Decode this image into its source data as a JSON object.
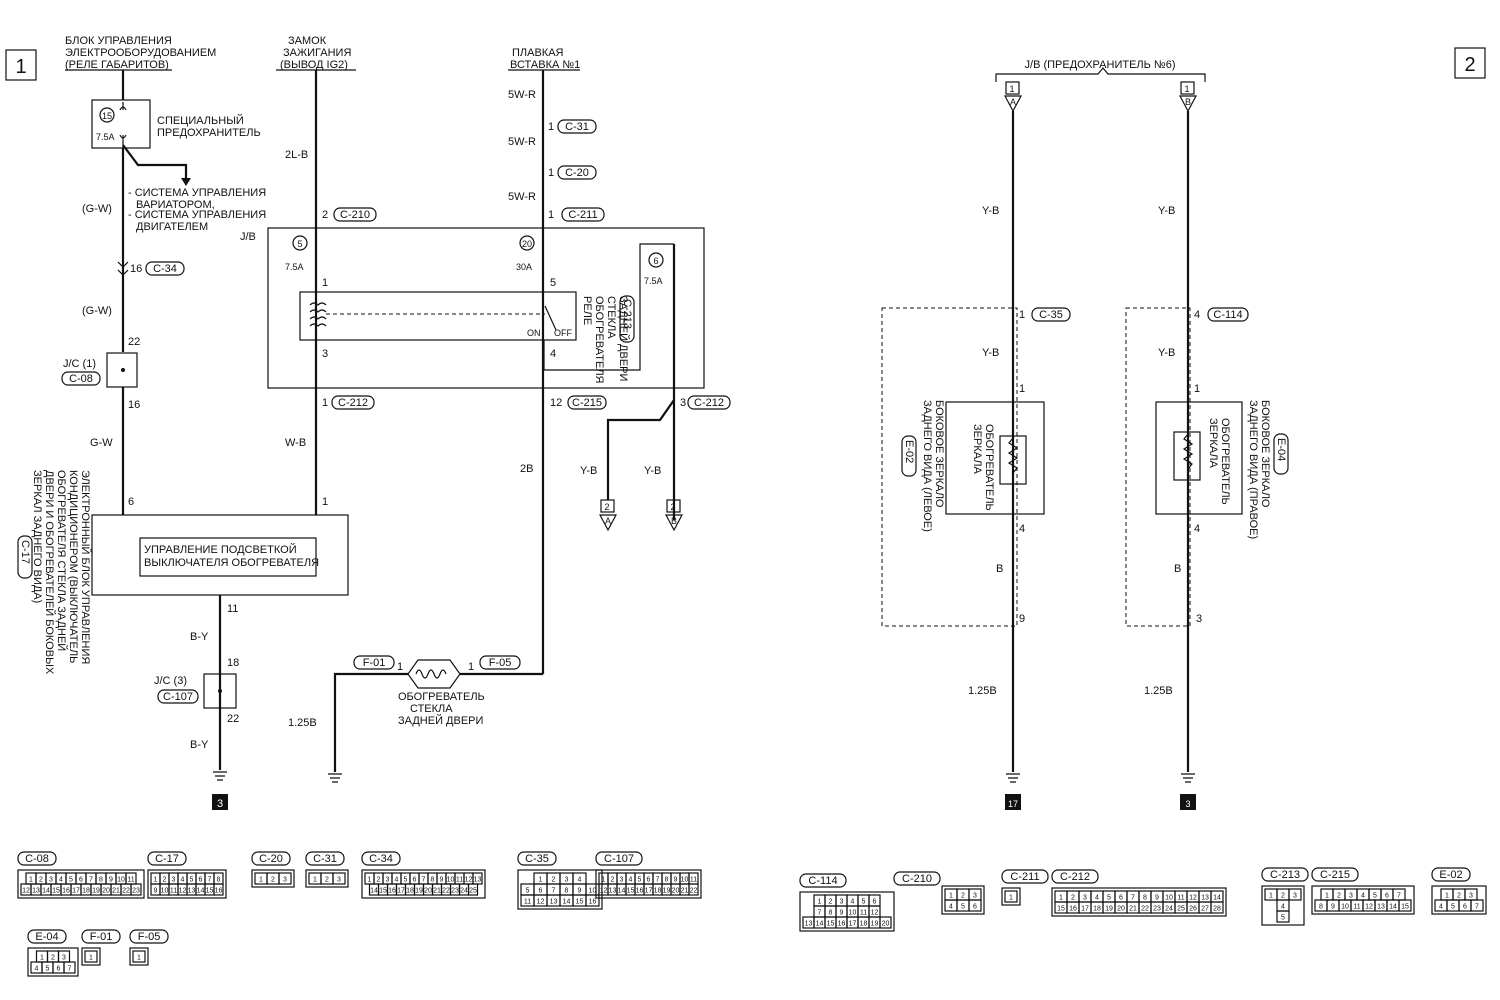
{
  "page_markers": {
    "left": "1",
    "right": "2"
  },
  "left": {
    "src_etacs": [
      "БЛОК УПРАВЛЕНИЯ",
      "ЭЛЕКТРООБОРУДОВАНИЕМ",
      "(РЕЛЕ ГАБАРИТОВ)"
    ],
    "src_ign": [
      "ЗАМОК",
      "ЗАЖИГАНИЯ",
      "(ВЫВОД IG2)"
    ],
    "src_fusible": [
      "ПЛАВКАЯ",
      "ВСТАВКА №1"
    ],
    "fuse15": {
      "num": "15",
      "rating": "7.5A",
      "name": [
        "СПЕЦИАЛЬНЫЙ",
        "ПРЕДОХРАНИТЕЛЬ"
      ]
    },
    "branch_text": [
      "- СИСТЕМА УПРАВЛЕНИЯ",
      "ВАРИАТОРОМ,",
      "- СИСТЕМА УПРАВЛЕНИЯ",
      "ДВИГАТЕЛЕМ"
    ],
    "wire_gw1": "(G-W)",
    "pin16": "16",
    "conn_c34": "C-34",
    "wire_gw2": "(G-W)",
    "pin22": "22",
    "jc1": "J/C (1)",
    "conn_c08": "C-08",
    "pin16b": "16",
    "wire_gw3": "G-W",
    "pin6": "6",
    "wire_2lb": "2L-B",
    "pin2": "2",
    "conn_c210": "C-210",
    "jb": "J/B",
    "fuse5": {
      "num": "5",
      "rating": "7.5A"
    },
    "pin1": "1",
    "pin3": "3",
    "pin1b": "1",
    "conn_c212": "C-212",
    "wire_wb": "W-B",
    "pin1c": "1",
    "wire_5wr1": "5W-R",
    "pin1d": "1",
    "conn_c31": "C-31",
    "wire_5wr2": "5W-R",
    "pin1e": "1",
    "conn_c20": "C-20",
    "wire_5wr3": "5W-R",
    "pin1f": "1",
    "conn_c211": "C-211",
    "fuse20": {
      "num": "20",
      "rating": "30A"
    },
    "pin5": "5",
    "pin4": "4",
    "on": "ON",
    "off": "OFF",
    "relay_label": [
      "РЕЛЕ",
      "ОБОГРЕВАТЕЛЯ",
      "СТЕКЛА",
      "ЗАДНЕЙ ДВЕРИ"
    ],
    "conn_c213": "C-213",
    "fuse6": {
      "num": "6",
      "rating": "7.5A"
    },
    "pin12": "12",
    "conn_c215": "C-215",
    "pin3b": "3",
    "conn_c212b": "C-212",
    "wire_yb1": "Y-B",
    "wire_yb2": "Y-B",
    "ref2a": "2",
    "refA": "A",
    "ref2b": "2",
    "refB": "B",
    "wire_2b": "2B",
    "ecu_label": [
      "ЭЛЕКТРОННЫЙ БЛОК УПРАВЛЕНИЯ",
      "КОНДИЦИОНЕРОМ (ВЫКЛЮЧАТЕЛЬ",
      "ОБОГРЕВАТЕЛЯ СТЕКЛА ЗАДНЕЙ",
      "ДВЕРИ И ОБОГРЕВАТЕЛЕЙ БОКОВЫХ",
      "ЗЕРКАЛ ЗАДНЕГО ВИДА)"
    ],
    "conn_c17": "C-17",
    "illum": [
      "УПРАВЛЕНИЕ ПОДСВЕТКОЙ",
      "ВЫКЛЮЧАТЕЛЯ ОБОГРЕВАТЕЛЯ"
    ],
    "pin11": "11",
    "wire_by1": "B-Y",
    "pin18": "18",
    "jc3": "J/C (3)",
    "conn_c107": "C-107",
    "pin22b": "22",
    "wire_by2": "B-Y",
    "ground1": "3",
    "conn_f01": "F-01",
    "pin1g": "1",
    "conn_f05": "F-05",
    "pin1h": "1",
    "heater": [
      "ОБОГРЕВАТЕЛЬ",
      "СТЕКЛА",
      "ЗАДНЕЙ ДВЕРИ"
    ],
    "wire_125b": "1.25B"
  },
  "right": {
    "jb_fuse": "J/B (ПРЕДОХРАНИТЕЛЬ №6)",
    "refA_top": "1",
    "refA_letter": "A",
    "refB_top": "1",
    "refB_letter": "B",
    "wire_yb_l1": "Y-B",
    "pin1_l": "1",
    "conn_c35": "C-35",
    "wire_yb_l2": "Y-B",
    "pin1_l2": "1",
    "mirror_l_heater": [
      "ОБОГРЕВАТЕЛЬ",
      "ЗЕРКАЛА"
    ],
    "mirror_l": [
      "БОКОВОЕ ЗЕРКАЛО",
      "ЗАДНЕГО ВИДА (ЛЕВОЕ)"
    ],
    "conn_e02": "E-02",
    "pin4_l": "4",
    "wire_b_l": "B",
    "pin9_l": "9",
    "wire_125b_l": "1.25B",
    "ground_l": "17",
    "wire_yb_r1": "Y-B",
    "pin4_r": "4",
    "conn_c114": "C-114",
    "wire_yb_r2": "Y-B",
    "pin1_r": "1",
    "mirror_r_heater": [
      "ОБОГРЕВАТЕЛЬ",
      "ЗЕРКАЛА"
    ],
    "mirror_r": [
      "БОКОВОЕ ЗЕРКАЛО",
      "ЗАДНЕГО ВИДА (ПРАВОЕ)"
    ],
    "conn_e04": "E-04",
    "pin4_r2": "4",
    "wire_b_r": "B",
    "pin3_r": "3",
    "wire_125b_r": "1.25B",
    "ground_r": "3"
  },
  "connectors": [
    {
      "id": "C-08",
      "rows": [
        [
          "1",
          "2",
          "3",
          "4",
          "5",
          "6",
          "7",
          "8",
          "9",
          "10",
          "11"
        ],
        [
          "12",
          "13",
          "14",
          "15",
          "16",
          "17",
          "18",
          "19",
          "20",
          "21",
          "22",
          "23"
        ]
      ]
    },
    {
      "id": "C-17",
      "rows": [
        [
          "1",
          "2",
          "3",
          "4",
          "5",
          "6",
          "7",
          "8"
        ],
        [
          "9",
          "10",
          "11",
          "12",
          "13",
          "14",
          "15",
          "16"
        ]
      ]
    },
    {
      "id": "C-20",
      "rows": [
        [
          "1",
          "2",
          "3"
        ]
      ]
    },
    {
      "id": "C-31",
      "rows": [
        [
          "1",
          "2",
          "3"
        ]
      ]
    },
    {
      "id": "C-34",
      "rows": [
        [
          "1",
          "2",
          "3",
          "4",
          "5",
          "6",
          "7",
          "8",
          "9",
          "10",
          "11",
          "12",
          "13"
        ],
        [
          "14",
          "15",
          "16",
          "17",
          "18",
          "19",
          "20",
          "21",
          "22",
          "23",
          "24",
          "25"
        ]
      ]
    },
    {
      "id": "C-35",
      "rows": [
        [
          "1",
          "2",
          "3",
          "4"
        ],
        [
          "5",
          "6",
          "7",
          "8",
          "9",
          "10"
        ],
        [
          "11",
          "12",
          "13",
          "14",
          "15",
          "16"
        ]
      ]
    },
    {
      "id": "C-107",
      "rows": [
        [
          "1",
          "2",
          "3",
          "4",
          "5",
          "6",
          "7",
          "8",
          "9",
          "10",
          "11"
        ],
        [
          "12",
          "13",
          "14",
          "15",
          "16",
          "17",
          "18",
          "19",
          "20",
          "21",
          "22"
        ]
      ]
    },
    {
      "id": "E-04",
      "rows": [
        [
          "1",
          "2",
          "3"
        ],
        [
          "4",
          "5",
          "6",
          "7"
        ]
      ]
    },
    {
      "id": "F-01",
      "rows": [
        [
          "1"
        ]
      ]
    },
    {
      "id": "F-05",
      "rows": [
        [
          "1"
        ]
      ]
    },
    {
      "id": "C-114",
      "rows": [
        [
          "1",
          "2",
          "3",
          "4",
          "5",
          "6"
        ],
        [
          "7",
          "8",
          "9",
          "10",
          "11",
          "12"
        ],
        [
          "13",
          "14",
          "15",
          "16",
          "17",
          "18",
          "19",
          "20"
        ]
      ]
    },
    {
      "id": "C-210",
      "rows": []
    },
    {
      "id": "C-211",
      "rows": [
        [
          "1"
        ]
      ]
    },
    {
      "id": "C-212",
      "rows": [
        [
          "1",
          "2",
          "3",
          "4",
          "5",
          "6",
          "7",
          "8",
          "9",
          "10",
          "11",
          "12",
          "13",
          "14"
        ],
        [
          "15",
          "16",
          "17",
          "18",
          "19",
          "20",
          "21",
          "22",
          "23",
          "24",
          "25",
          "26",
          "27",
          "28"
        ]
      ]
    },
    {
      "id": "C-213",
      "rows": [
        [
          "1",
          "2",
          "3"
        ],
        [
          "4"
        ],
        [
          "5"
        ]
      ]
    },
    {
      "id": "C-215",
      "rows": [
        [
          "1",
          "2",
          "3",
          "4",
          "5",
          "6",
          "7"
        ],
        [
          "8",
          "9",
          "10",
          "11",
          "12",
          "13",
          "14",
          "15"
        ]
      ]
    },
    {
      "id": "E-02",
      "rows": [
        [
          "1",
          "2",
          "3"
        ],
        [
          "4",
          "5",
          "6",
          "7"
        ]
      ]
    },
    {
      "id": "B",
      "rows": [
        [
          "1",
          "2",
          "3"
        ],
        [
          "4",
          "5",
          "6"
        ]
      ]
    }
  ]
}
